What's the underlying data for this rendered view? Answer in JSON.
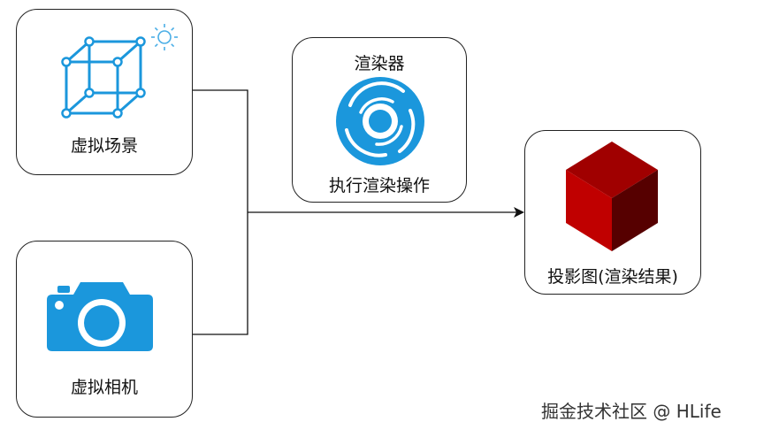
{
  "nodes": {
    "scene": {
      "label": "虚拟场景"
    },
    "camera": {
      "label": "虚拟相机"
    },
    "renderer": {
      "title": "渲染器",
      "operation": "执行渲染操作"
    },
    "output": {
      "label": "投影图(渲染结果)"
    }
  },
  "icons": {
    "scene": "wireframe-cube-icon",
    "sun": "sun-icon",
    "camera": "camera-icon",
    "renderer": "swirl-lens-icon",
    "output": "solid-cube-icon"
  },
  "colors": {
    "icon_blue": "#1b97dc",
    "cube_front": "#c00000",
    "cube_top": "#a00000",
    "cube_side": "#560000",
    "border": "#222222"
  },
  "watermark": "掘金技术社区 @ HLife"
}
